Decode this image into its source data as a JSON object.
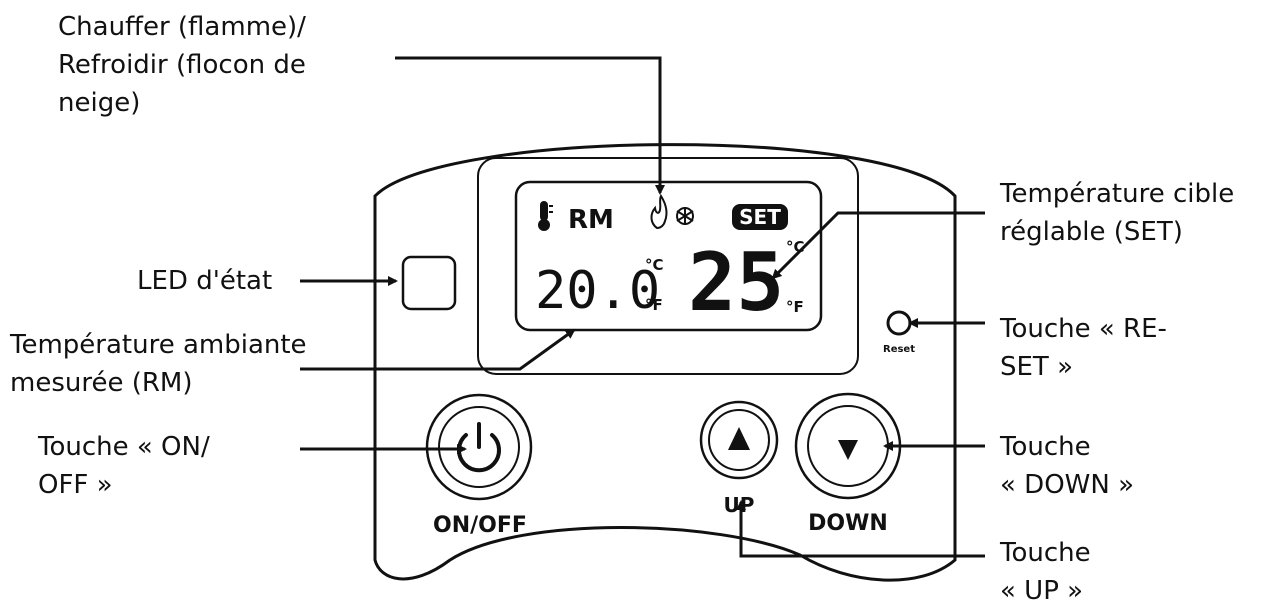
{
  "callouts": {
    "heat_cool": {
      "line1": "Chauffer (flamme)/",
      "line2": "Refroidir (flocon de",
      "line3": "neige)"
    },
    "led": {
      "line1": "LED d'état"
    },
    "room_temp": {
      "line1": "Température ambiante",
      "line2": "mesurée (RM)"
    },
    "on_off": {
      "line1": "Touche « ON/",
      "line2": "OFF »"
    },
    "set_temp": {
      "line1": "Température cible",
      "line2": "réglable (SET)"
    },
    "reset": {
      "line1": "Touche « RE-",
      "line2": "SET »"
    },
    "down": {
      "line1": "Touche",
      "line2": "« DOWN »"
    },
    "up": {
      "line1": "Touche",
      "line2": "« UP »"
    }
  },
  "display": {
    "rm_label": "RM",
    "set_badge": "SET",
    "room_value": "20.0",
    "set_value": "25",
    "unit_c": "°C",
    "unit_f": "°F"
  },
  "buttons": {
    "on_off": "ON/OFF",
    "up": "UP",
    "down": "DOWN",
    "reset": "Reset"
  }
}
